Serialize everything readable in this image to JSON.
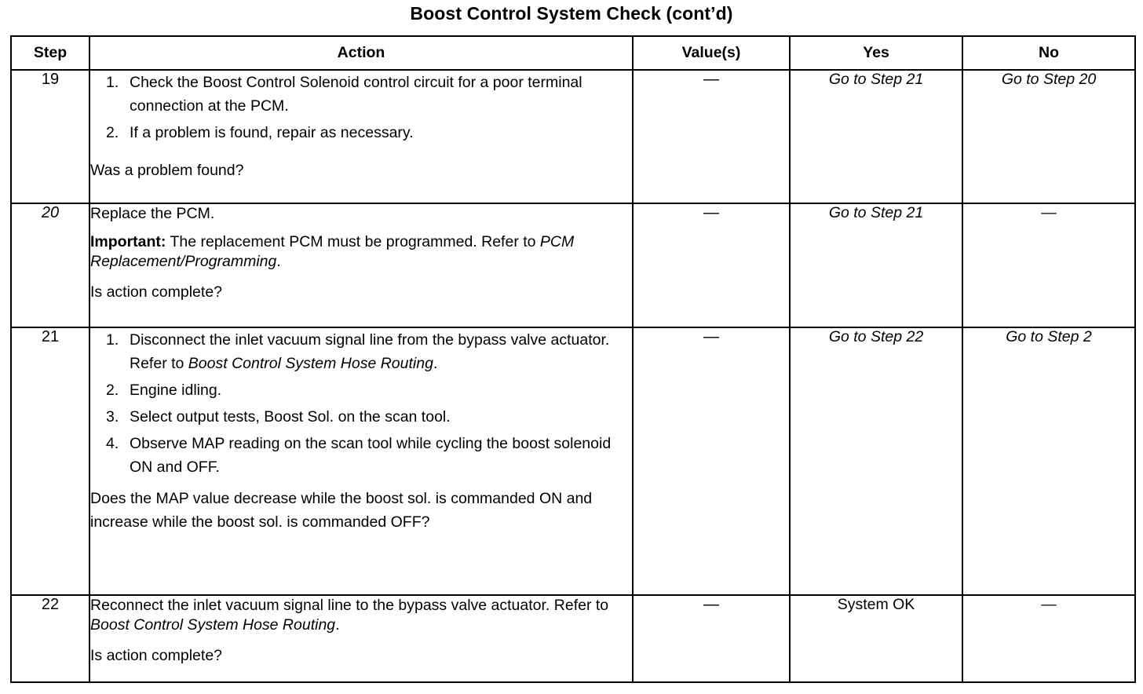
{
  "document": {
    "title": "Boost Control System Check (cont’d)"
  },
  "table": {
    "headers": {
      "step": "Step",
      "action": "Action",
      "value": "Value(s)",
      "yes": "Yes",
      "no": "No"
    },
    "rows": [
      {
        "step": "19",
        "step_italic": false,
        "action": {
          "items": [
            {
              "num": "1.",
              "text": "Check the Boost Control Solenoid control circuit for a poor terminal connection at the PCM."
            },
            {
              "num": "2.",
              "text": "If a problem is found, repair as necessary."
            }
          ],
          "question": "Was a problem found?"
        },
        "value": "—",
        "yes": "Go to Step 21",
        "no": "Go to Step 20"
      },
      {
        "step": "20",
        "step_italic": true,
        "action": {
          "lead": "Replace the PCM.",
          "important_label": "Important:",
          "important_text": " The replacement PCM must be programmed. Refer to ",
          "important_ref": "PCM Replacement/Programming",
          "important_tail": ".",
          "question": "Is action complete?"
        },
        "value": "—",
        "yes": "Go to Step 21",
        "no": "—"
      },
      {
        "step": "21",
        "step_italic": false,
        "action": {
          "items": [
            {
              "num": "1.",
              "text_before": "Disconnect the inlet vacuum signal line from the bypass valve actuator. Refer to ",
              "ref": "Boost Control System Hose Routing",
              "text_after": "."
            },
            {
              "num": "2.",
              "text": "Engine idling."
            },
            {
              "num": "3.",
              "text": "Select output tests, Boost Sol. on the scan tool."
            },
            {
              "num": "4.",
              "text": "Observe MAP reading on the scan tool while cycling the boost solenoid ON and OFF."
            }
          ],
          "question": "Does the MAP value decrease while the boost sol. is commanded ON and increase while the boost sol. is commanded OFF?"
        },
        "value": "—",
        "yes": "Go to Step 22",
        "no": "Go to Step 2"
      },
      {
        "step": "22",
        "step_italic": false,
        "action": {
          "lead_before": "Reconnect the inlet vacuum signal line to the bypass valve actuator. Refer to ",
          "lead_ref": "Boost Control System Hose Routing",
          "lead_after": ".",
          "question": "Is action complete?"
        },
        "value": "—",
        "yes": "System OK",
        "yes_italic": false,
        "no": "—"
      }
    ]
  }
}
